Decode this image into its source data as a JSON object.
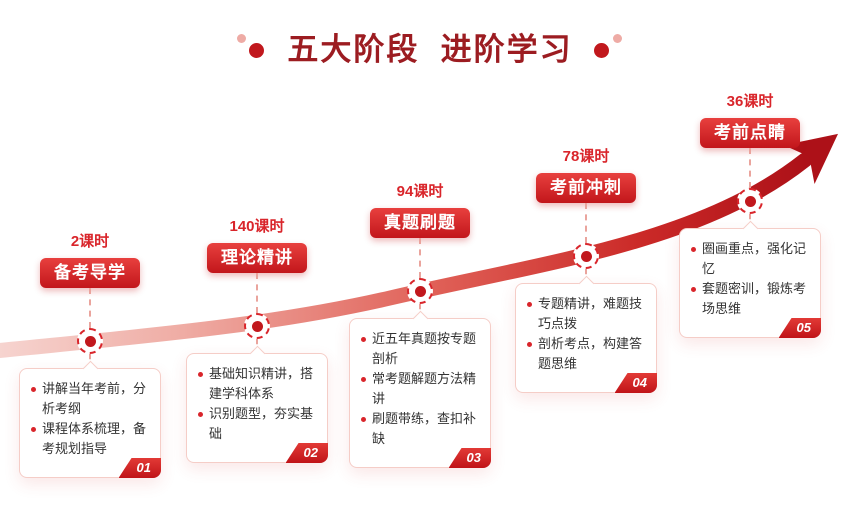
{
  "title": {
    "text": "五大阶段  进阶学习"
  },
  "stages": [
    {
      "hours": "2课时",
      "name": "备考导学",
      "number": "01",
      "items": [
        "讲解当年考前，分析考纲",
        "课程体系梳理，备考规划指导"
      ]
    },
    {
      "hours": "140课时",
      "name": "理论精讲",
      "number": "02",
      "items": [
        "基础知识精讲，搭建学科体系",
        "识别题型，夯实基础"
      ]
    },
    {
      "hours": "94课时",
      "name": "真题刷题",
      "number": "03",
      "items": [
        "近五年真题按专题剖析",
        "常考题解题方法精讲",
        "刷题带练，查扣补缺"
      ]
    },
    {
      "hours": "78课时",
      "name": "考前冲刺",
      "number": "04",
      "items": [
        "专题精讲，难题技巧点拨",
        "剖析考点，构建答题思维"
      ]
    },
    {
      "hours": "36课时",
      "name": "考前点睛",
      "number": "05",
      "items": [
        "圈画重点，强化记忆",
        "套题密训，锻炼考场思维"
      ]
    }
  ],
  "colors": {
    "accent": "#d9252b",
    "title": "#9c1c21",
    "arrow_light": "#f7d9d5",
    "arrow_dark": "#ad1118"
  }
}
